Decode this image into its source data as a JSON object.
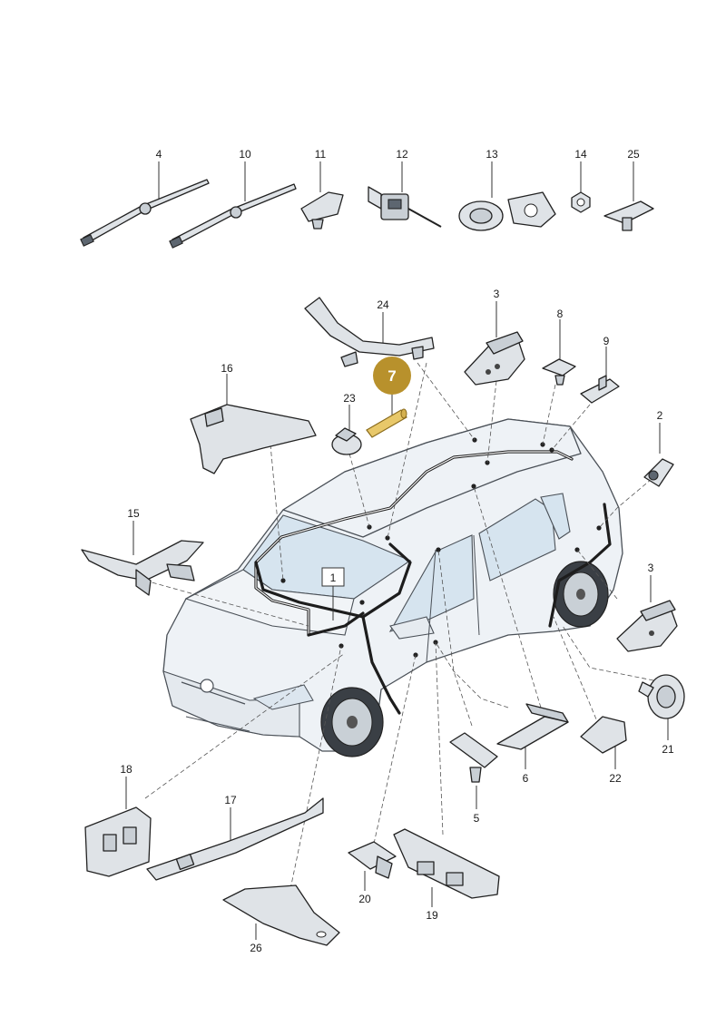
{
  "callouts": [
    {
      "id": "c4",
      "text": "4"
    },
    {
      "id": "c10",
      "text": "10"
    },
    {
      "id": "c11",
      "text": "11"
    },
    {
      "id": "c12",
      "text": "12"
    },
    {
      "id": "c13",
      "text": "13"
    },
    {
      "id": "c14",
      "text": "14"
    },
    {
      "id": "c25",
      "text": "25"
    },
    {
      "id": "c24",
      "text": "24"
    },
    {
      "id": "c3a",
      "text": "3"
    },
    {
      "id": "c8",
      "text": "8"
    },
    {
      "id": "c9",
      "text": "9"
    },
    {
      "id": "c16",
      "text": "16"
    },
    {
      "id": "c7",
      "text": "7"
    },
    {
      "id": "c23",
      "text": "23"
    },
    {
      "id": "c2",
      "text": "2"
    },
    {
      "id": "c15",
      "text": "15"
    },
    {
      "id": "c1",
      "text": "1"
    },
    {
      "id": "c3b",
      "text": "3"
    },
    {
      "id": "c21",
      "text": "21"
    },
    {
      "id": "c5",
      "text": "5"
    },
    {
      "id": "c6",
      "text": "6"
    },
    {
      "id": "c22",
      "text": "22"
    },
    {
      "id": "c18",
      "text": "18"
    },
    {
      "id": "c17",
      "text": "17"
    },
    {
      "id": "c20",
      "text": "20"
    },
    {
      "id": "c19",
      "text": "19"
    },
    {
      "id": "c26",
      "text": "26"
    }
  ],
  "highlight": {
    "text": "7",
    "color": "#b8912c",
    "part_color": "#e8c86a"
  }
}
